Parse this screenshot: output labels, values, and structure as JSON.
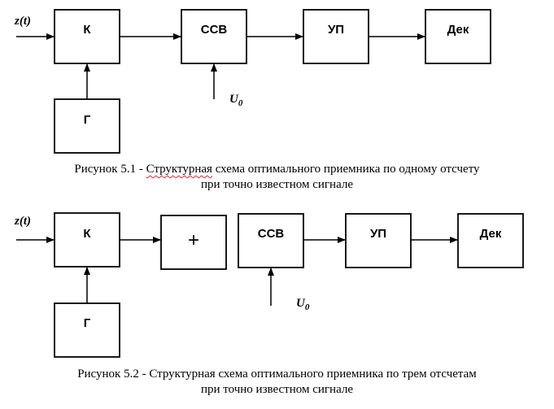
{
  "figure1": {
    "input_label": "z(t)",
    "blocks": {
      "k": "К",
      "ssv": "ССВ",
      "up": "УП",
      "dek": "Дек",
      "g": "Г"
    },
    "u0_label": "U",
    "u0_sub": "0",
    "caption": {
      "prefix": "Рисунок 5.1 - ",
      "underlined": "Структурная",
      "rest": " схема оптимального приемника по одному отсчету",
      "line2": "при точно известном сигнале"
    }
  },
  "figure2": {
    "input_label": "z(t)",
    "blocks": {
      "k": "К",
      "plus": "+",
      "ssv": "ССВ",
      "up": "УП",
      "dek": "Дек",
      "g": "Г"
    },
    "u0_label": "U",
    "u0_sub": "0",
    "caption": {
      "line1": "Рисунок 5.2 - Структурная схема оптимального приемника по трем отсчетам",
      "line2": "при точно известном сигнале"
    }
  }
}
